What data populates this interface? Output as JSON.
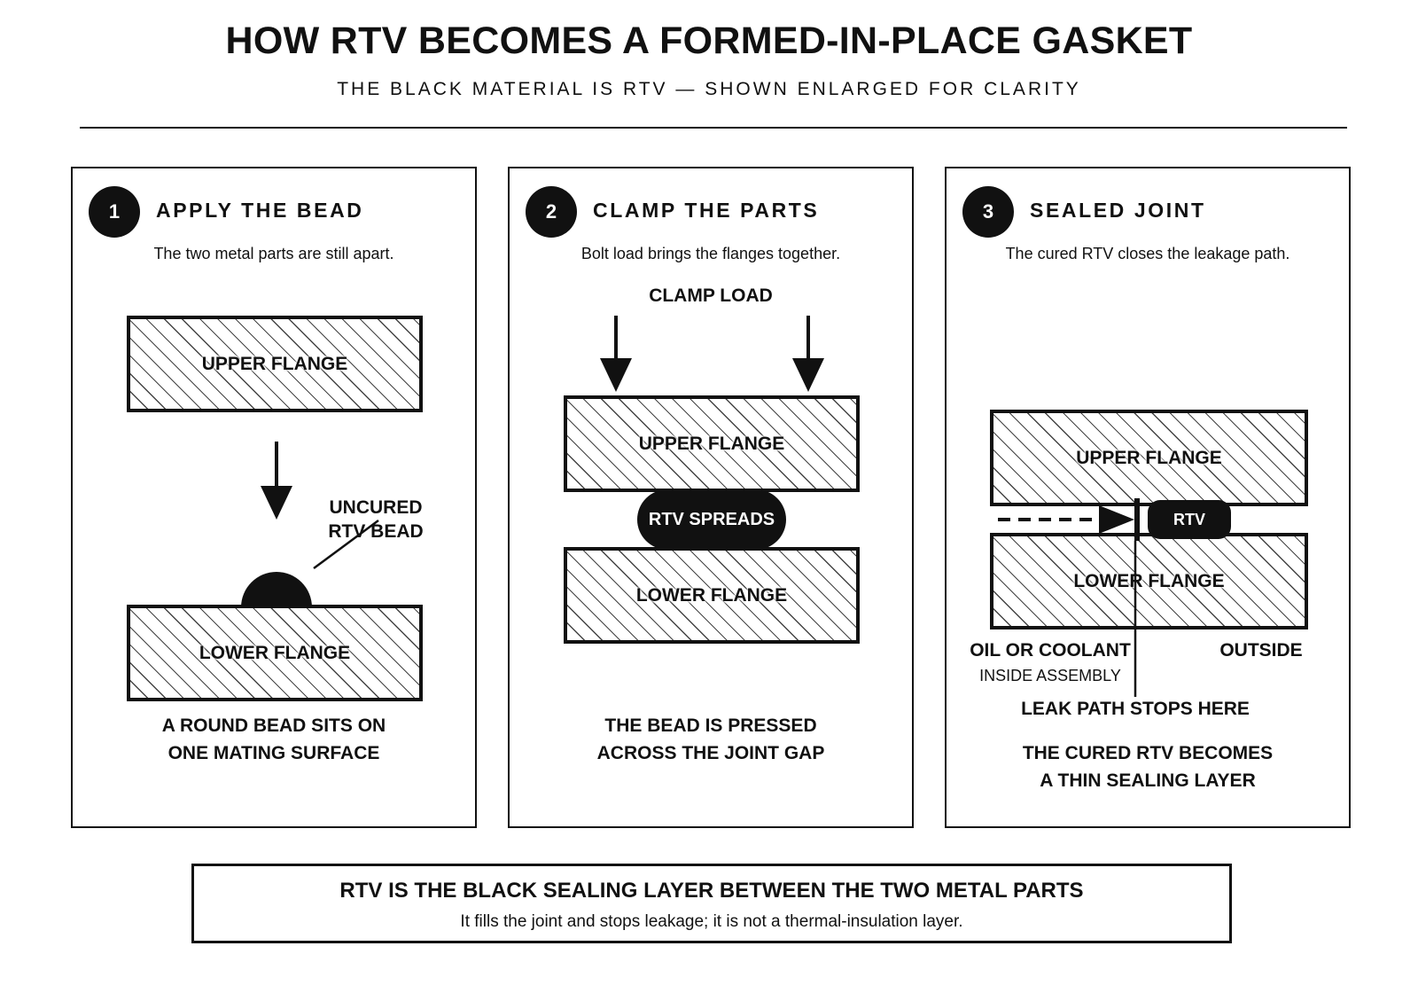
{
  "header": {
    "title": "HOW RTV BECOMES A FORMED-IN-PLACE GASKET",
    "subtitle": "THE BLACK MATERIAL IS RTV — SHOWN ENLARGED FOR CLARITY"
  },
  "steps": [
    {
      "number": "1",
      "heading": "APPLY THE BEAD",
      "description": "The two metal parts are still apart.",
      "upper_flange": "UPPER FLANGE",
      "lower_flange": "LOWER FLANGE",
      "bead_label": [
        "UNCURED",
        "RTV BEAD"
      ],
      "caption": [
        "A ROUND BEAD SITS ON",
        "ONE MATING SURFACE"
      ]
    },
    {
      "number": "2",
      "heading": "CLAMP THE PARTS",
      "description": "Bolt load brings the flanges together.",
      "clamp_label": "CLAMP LOAD",
      "upper_flange": "UPPER FLANGE",
      "rtv_label": "RTV SPREADS",
      "lower_flange": "LOWER FLANGE",
      "caption": [
        "THE BEAD IS PRESSED",
        "ACROSS THE JOINT GAP"
      ]
    },
    {
      "number": "3",
      "heading": "SEALED JOINT",
      "description": "The cured RTV closes the leakage path.",
      "upper_flange": "UPPER FLANGE",
      "rtv_label": "RTV",
      "lower_flange": "LOWER FLANGE",
      "inside_label": "OIL OR COOLANT",
      "inside_sub": "INSIDE ASSEMBLY",
      "outside_label": "OUTSIDE",
      "leak_label": "LEAK PATH STOPS HERE",
      "caption": [
        "THE CURED RTV BECOMES",
        "A THIN SEALING LAYER"
      ]
    }
  ],
  "footer": {
    "title": "RTV IS THE BLACK SEALING LAYER BETWEEN THE TWO METAL PARTS",
    "text": "It fills the joint and stops leakage; it is not a thermal-insulation layer."
  },
  "colors": {
    "ink": "#111111",
    "background": "#ffffff",
    "hatch": "#444444"
  }
}
